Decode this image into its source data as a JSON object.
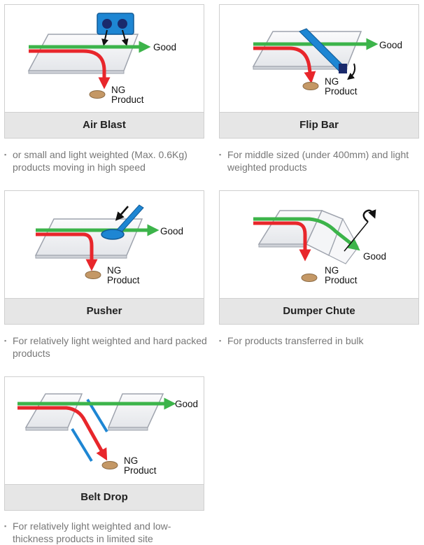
{
  "labels": {
    "good": "Good",
    "ng_line1": "NG",
    "ng_line2": "Product"
  },
  "bullet_glyph": "▪",
  "colors": {
    "green": "#3cb44a",
    "red": "#e8262b",
    "blue": "#1e86d3",
    "navy": "#1a2a6c",
    "conveyor_fill": "#f2f2f4",
    "conveyor_stroke": "#9ea3ad",
    "product": "#c49866",
    "caption_bg": "#e6e6e6"
  },
  "cards": [
    {
      "title": "Air Blast",
      "description": "or small and light weighted (Max. 0.6Kg) products moving in high speed"
    },
    {
      "title": "Flip Bar",
      "description": "For middle sized (under 400mm) and light weighted products"
    },
    {
      "title": "Pusher",
      "description": "For relatively light weighted and hard packed products"
    },
    {
      "title": "Dumper Chute",
      "description": "For products transferred in bulk"
    },
    {
      "title": "Belt Drop",
      "description": "For relatively light weighted and low-thickness products in limited site"
    }
  ]
}
